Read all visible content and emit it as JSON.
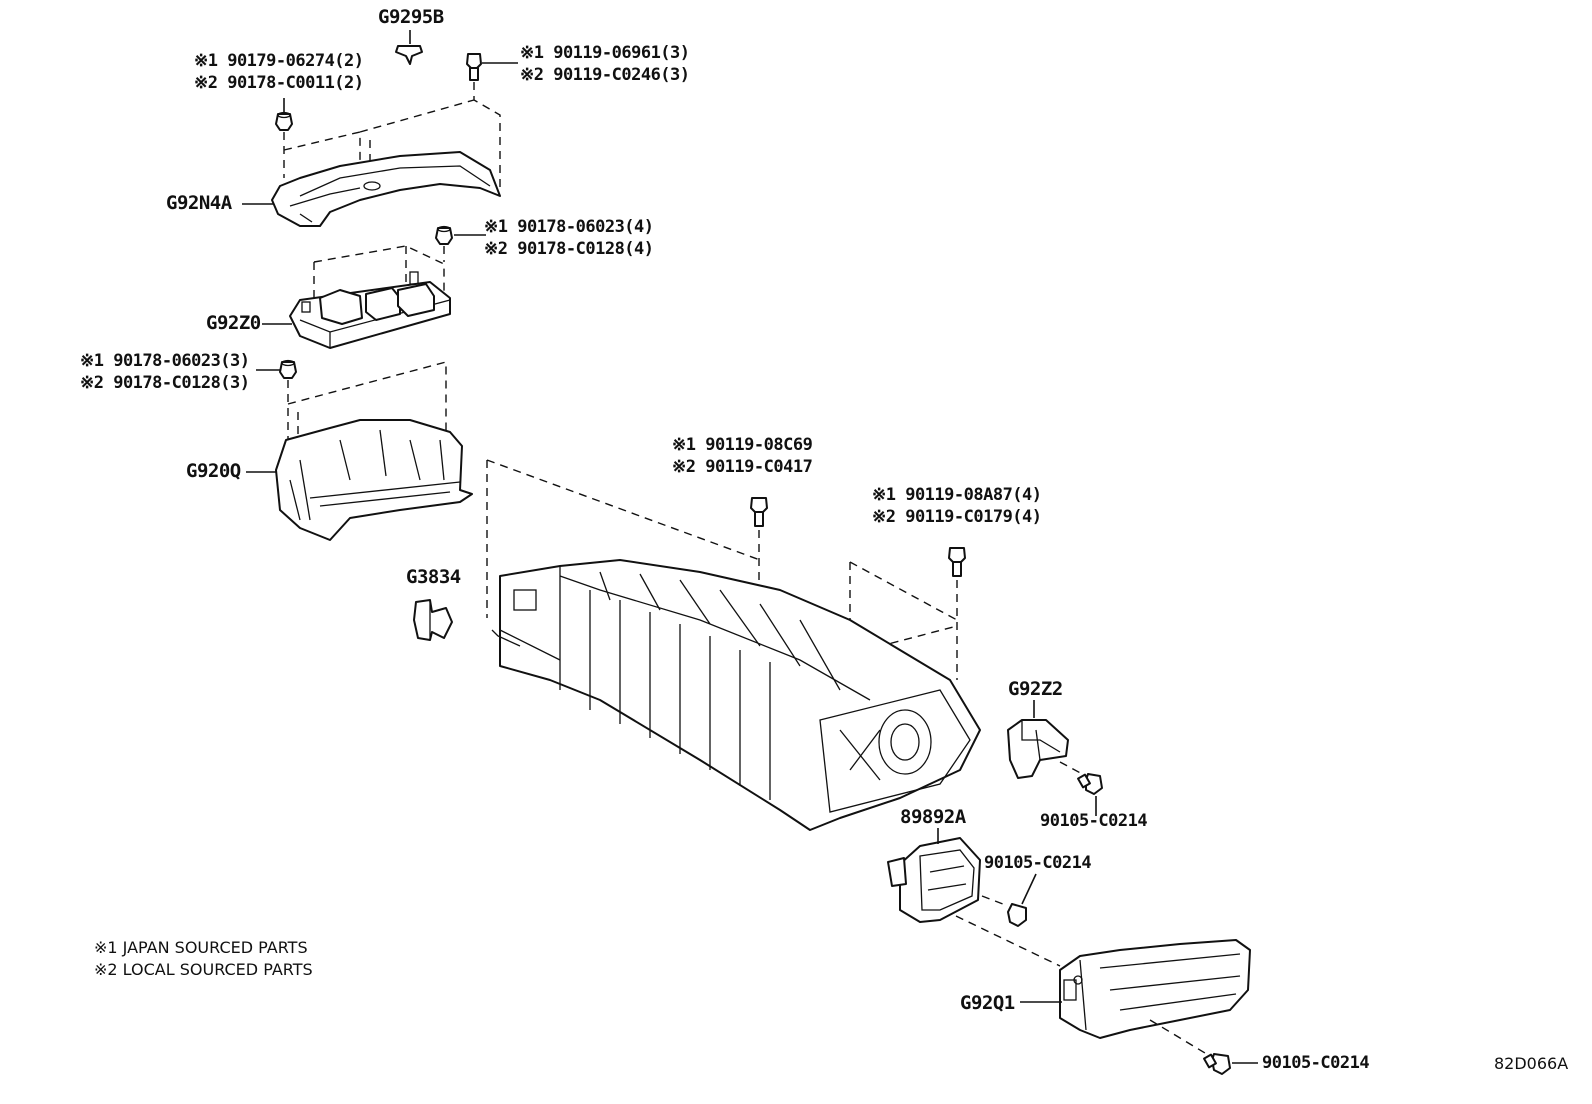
{
  "labels": {
    "g9295b": "G9295B",
    "f1a": "※1 90179-06274(2)",
    "f1b": "※2 90178-C0011(2)",
    "f2a": "※1 90119-06961(3)",
    "f2b": "※2 90119-C0246(3)",
    "g92n4a": "G92N4A",
    "f3a": "※1 90178-06023(4)",
    "f3b": "※2 90178-C0128(4)",
    "g92z0": "G92Z0",
    "f4a": "※1 90178-06023(3)",
    "f4b": "※2 90178-C0128(3)",
    "g920q": "G920Q",
    "f5a": "※1 90119-08C69",
    "f5b": "※2 90119-C0417",
    "f6a": "※1 90119-08A87(4)",
    "f6b": "※2 90119-C0179(4)",
    "g3834": "G3834",
    "g92z2": "G92Z2",
    "b1": "90105-C0214",
    "p89892a": "89892A",
    "b2": "90105-C0214",
    "g92q1": "G92Q1",
    "b3": "90105-C0214",
    "ref": "82D066A"
  },
  "notes": {
    "n1": "※1 JAPAN SOURCED PARTS",
    "n2": "※2 LOCAL SOURCED PARTS"
  }
}
